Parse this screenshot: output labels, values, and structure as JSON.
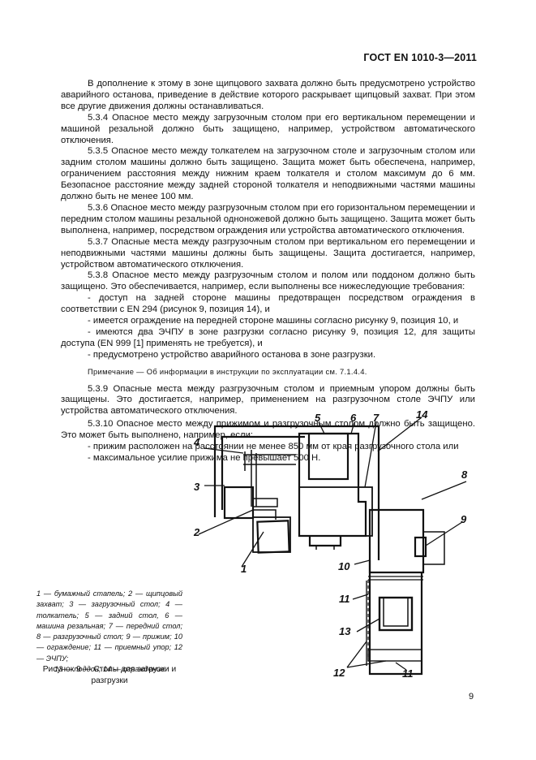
{
  "header": "ГОСТ EN 1010-3—2011",
  "paragraphs": [
    "В дополнение к этому в зоне щипцового захвата должно быть предусмотрено устройство аварийного останова, приведение в действие которого раскрывает щипцовый захват. При этом все другие движения должны останавливаться.",
    "5.3.4 Опасное место между загрузочным столом при его вертикальном перемещении и машиной резальной должно быть защищено, например, устройством автоматического отключения.",
    "5.3.5 Опасное место между толкателем на загрузочном столе и загрузочным столом или задним столом машины должно быть защищено. Защита может быть обеспечена, например, ограничением расстояния между нижним краем толкателя и столом максимум до 6 мм. Безопасное расстояние между задней стороной толкателя и неподвижными частями машины должно быть не менее 100 мм.",
    "5.3.6 Опасное место между разгрузочным столом при его горизонтальном перемещении и передним столом машины резальной одноножевой должно быть защищено. Защита может быть выполнена, например, посредством ограждения или устройства автоматического отключения.",
    "5.3.7 Опасные места между разгрузочным столом при вертикальном его перемещении и неподвижными частями машины должны быть защищены. Защита достигается, например, устройством автоматического отключения.",
    "5.3.8 Опасное место между разгрузочным столом и полом или поддоном должно быть защищено. Это обеспечивается, например, если выполнены все нижеследующие требования:"
  ],
  "list1": [
    "- доступ на задней стороне машины предотвращен посредством ограждения в соответствии с EN 294 (рисунок 9, позиция 14), и",
    "- имеется ограждение на передней стороне машины согласно рисунку 9, позиция 10, и",
    "- имеются два ЭЧПУ в зоне разгрузки согласно рисунку 9, позиция 12, для защиты доступа (EN 999 [1] применять не требуется), и",
    "- предусмотрено устройство аварийного останова в зоне разгрузки."
  ],
  "note": "Примечание — Об информации в инструкции по эксплуатации см. 7.1.4.4.",
  "paragraphs2": [
    "5.3.9 Опасные места между разгрузочным столом и приемным упором должны быть защищены. Это достигается, например, применением на разгрузочном столе ЭЧПУ или устройства автоматического отключения.",
    "5.3.10 Опасное место между прижимом и разгрузочным столом должно быть защищено. Это может быть выполнено, например, если:"
  ],
  "list2": [
    "- прижим расположен на расстоянии не менее 850 мм от края разгрузочного стола или",
    "- максимальное усилие прижима не превышает 500 Н."
  ],
  "legend_main": "1 — бумажный стапель; 2 — щипцовый захват; 3 — загрузочный стол; 4 — толкатель; 5 — задний стол, 6 — машина резальная; 7 — передний стол; 8 — разгрузочный стол; 9 — прижим; 10 — ограждение; 11 — приемный упор; 12 — ЭЧПУ;",
  "legend_last": "13 — поддон; 14 — ограждение",
  "caption": "Рисунок 9 — Столы для загрузки и разгрузки",
  "figure_labels": [
    "1",
    "2",
    "3",
    "4",
    "5",
    "6",
    "7",
    "8",
    "9",
    "10",
    "11",
    "11",
    "12",
    "13",
    "14"
  ],
  "page_number": "9"
}
